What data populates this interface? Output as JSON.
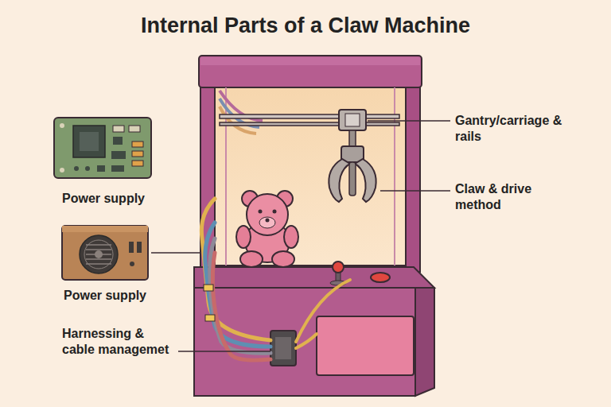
{
  "diagram": {
    "title": "Internal Parts of a Claw Machine",
    "labels": [
      "Gantry/carriage & rails",
      "Claw & drive method",
      "Power supply",
      "Power supply",
      "Harnessing & cable managemet"
    ]
  }
}
